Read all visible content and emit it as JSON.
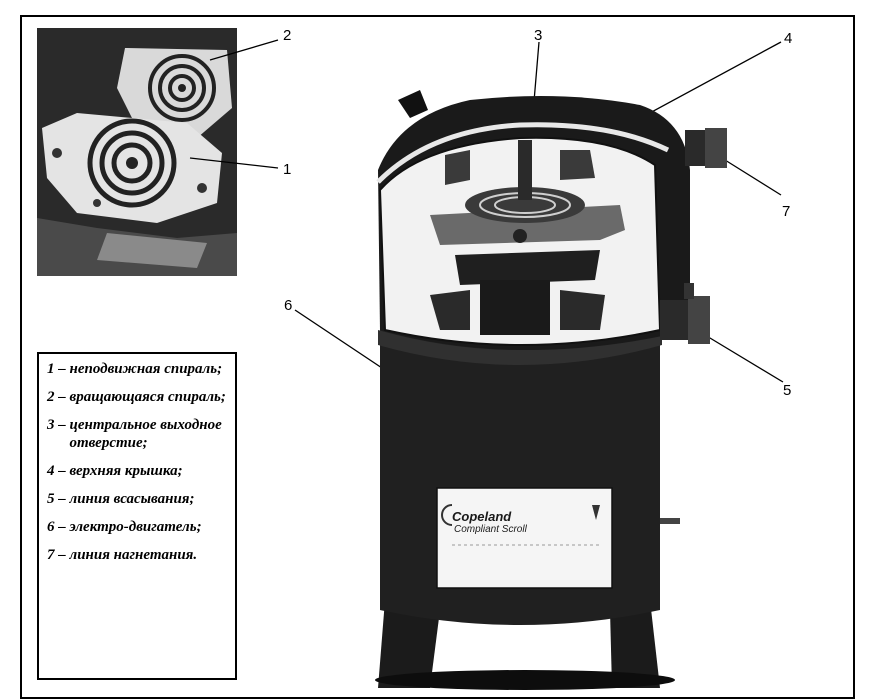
{
  "legend": {
    "items": [
      {
        "num": "1 – ",
        "text": "неподвижная спираль;"
      },
      {
        "num": "2 – ",
        "text": "вращающаяся спираль;"
      },
      {
        "num": "3 – ",
        "text": "центральное выходное отверстие;"
      },
      {
        "num": "4 – ",
        "text": "верхняя крышка;"
      },
      {
        "num": "5 – ",
        "text": "линия всасывания;"
      },
      {
        "num": "6 – ",
        "text": "электро-двигатель;"
      },
      {
        "num": "7 – ",
        "text": "линия нагнетания."
      }
    ]
  },
  "callouts": {
    "c1": "1",
    "c2": "2",
    "c3": "3",
    "c4": "4",
    "c5": "5",
    "c6": "6",
    "c7": "7"
  },
  "product_label": {
    "brand": "Copeland",
    "sub": "Compliant Scroll"
  }
}
